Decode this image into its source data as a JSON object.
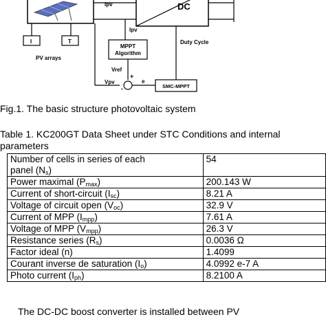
{
  "diagram": {
    "dc_label": "DC",
    "ipv_top": "Ipv",
    "ipv": "Ipv",
    "duty_cycle": "Duty Cycle",
    "box_i": "I",
    "box_t": "T",
    "pv_arrays": "PV arrays",
    "mppt_line1": "MPPT",
    "mppt_line2": "Algorithm",
    "vref": "Vref",
    "plus": "+",
    "minus": "-",
    "vpv": "Vpv",
    "error": "e",
    "smc_mppt": "SMC-MPPT"
  },
  "fig_caption": "Fig.1. The basic structure photovoltaic system",
  "table_caption": {
    "line1": "Table 1. KC200GT Data Sheet under STC Conditions and internal",
    "line2": "parameters"
  },
  "table": {
    "rows": [
      {
        "label": "Number of cells in series of each",
        "label2": "panel (N",
        "sub": "s",
        "suffix": ")",
        "value": "54"
      },
      {
        "label": "Power maximal (P",
        "sub": "max",
        "suffix": ")",
        "value": "200.143 W"
      },
      {
        "label": "Current of short-circuit (I",
        "sub": "sc",
        "suffix": ")",
        "value": "8.21 A"
      },
      {
        "label": "Voltage of circuit open (V",
        "sub": "oc",
        "suffix": ")",
        "value": "32.9 V"
      },
      {
        "label": "Current of MPP (I",
        "sub": "mpp",
        "suffix": ")",
        "value": "7.61 A"
      },
      {
        "label": "Voltage of MPP (V",
        "sub": "mpp",
        "suffix": ")",
        "value": "26.3 V"
      },
      {
        "label": "Resistance series (R",
        "sub": "s",
        "suffix": ")",
        "value": "0.0036 Ω"
      },
      {
        "label": "Factor ideal (n)",
        "value": "1.4099"
      },
      {
        "label": "Courant inverse de saturation (I",
        "sub": "o",
        "suffix": ")",
        "value": "4.0992 e-7 A"
      },
      {
        "label": "Photo current (I",
        "sub": "ph",
        "suffix": ")",
        "value": "8.2100 A"
      }
    ]
  },
  "body_text": "The DC-DC boost converter is installed between PV"
}
